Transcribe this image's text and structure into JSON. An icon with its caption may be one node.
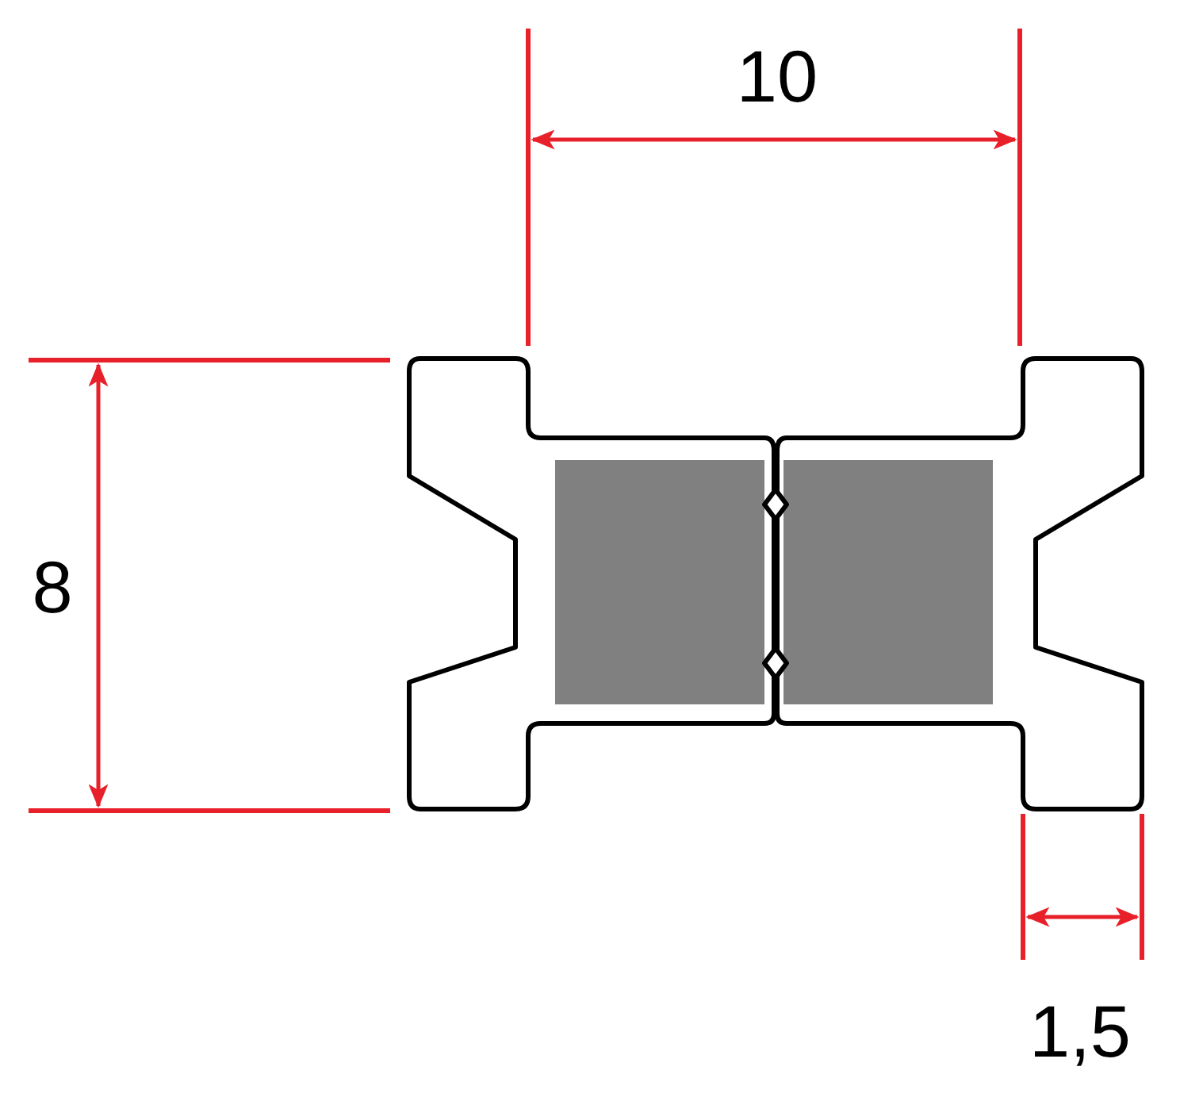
{
  "diagram": {
    "labels": [
      "10",
      "8",
      "1,5"
    ]
  }
}
